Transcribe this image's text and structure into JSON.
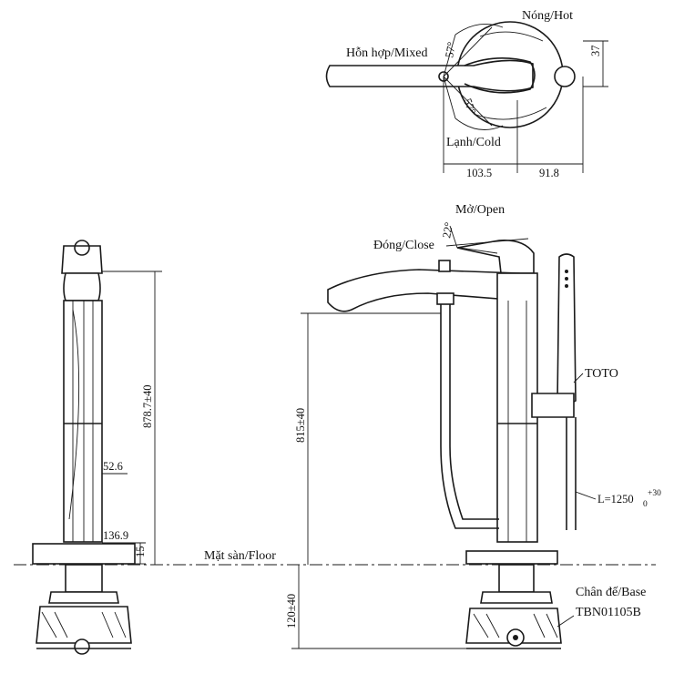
{
  "labels": {
    "hot": "Nóng/Hot",
    "mixed": "Hỗn hợp/Mixed",
    "cold": "Lạnh/Cold",
    "open": "Mở/Open",
    "close": "Đóng/Close",
    "floor": "Mặt sàn/Floor",
    "brand": "TOTO",
    "base_line1": "Chân đế/Base",
    "base_line2": "TBN01105B"
  },
  "dimensions": {
    "top_height": "37",
    "left_width": "103.5",
    "right_width": "91.8",
    "angle_hot": "57°",
    "angle_cold": "57°",
    "angle_open": "22°",
    "total_height": "878.7±40",
    "spout_height": "815±40",
    "pipe_diameter": "52.6",
    "plate_diameter": "136.9",
    "plate_thickness": "15",
    "below_floor": "120±40",
    "hose_length_prefix": "L=1250",
    "hose_tol_upper": "+30",
    "hose_tol_lower": "0"
  }
}
